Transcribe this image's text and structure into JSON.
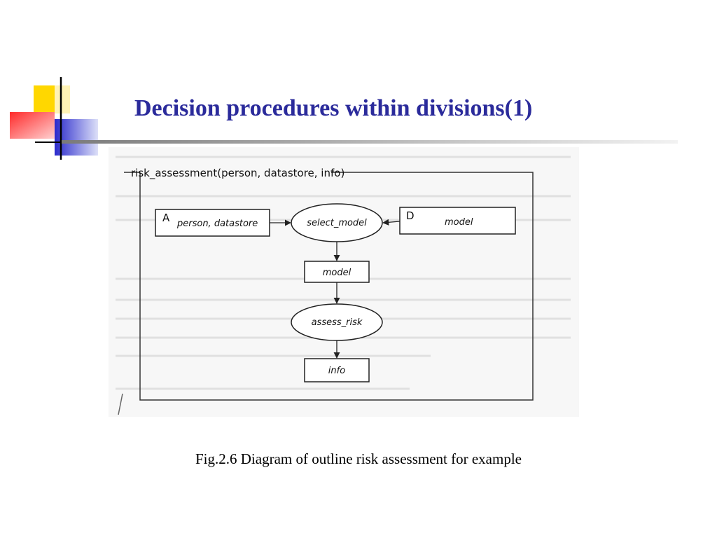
{
  "slide": {
    "title": "Decision procedures within divisions(1)",
    "caption": "Fig.2.6 Diagram of outline risk assessment for example"
  },
  "colors": {
    "title": "#2b2b9b",
    "accent_yellow": "#ffd700",
    "accent_red": "#ff3b3b",
    "accent_blue": "#3333cc"
  },
  "diagram": {
    "frame_label": "risk_assessment(person, datastore, info)",
    "nodes": {
      "store_a": {
        "letter": "A",
        "label": "person, datastore"
      },
      "store_d": {
        "letter": "D",
        "label": "model"
      },
      "select_model": {
        "label": "select_model"
      },
      "model": {
        "label": "model"
      },
      "assess_risk": {
        "label": "assess_risk"
      },
      "info": {
        "label": "info"
      }
    }
  }
}
